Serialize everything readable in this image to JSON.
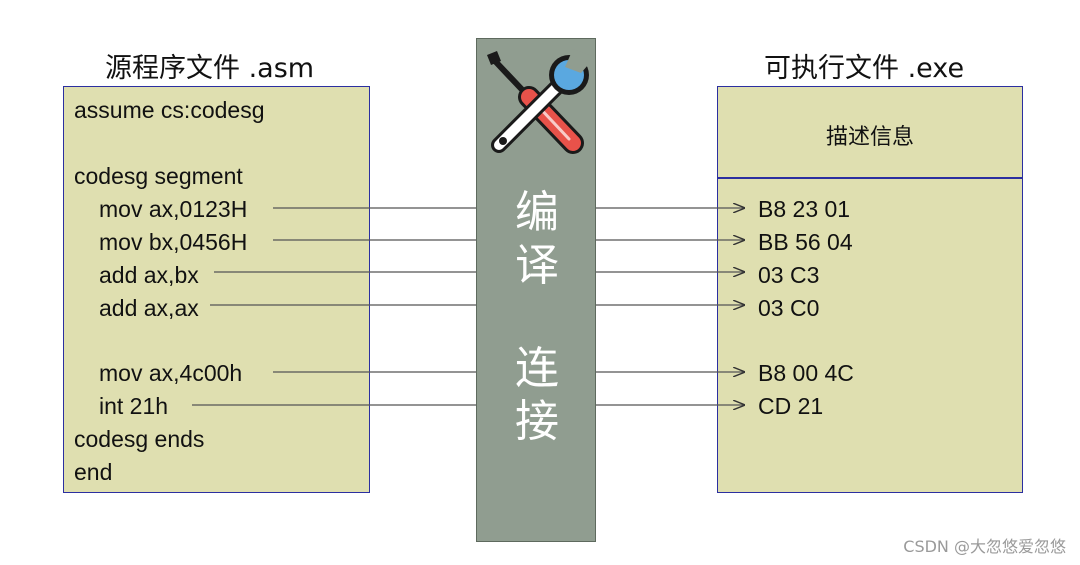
{
  "source": {
    "title": "源程序文件 .asm",
    "lines": [
      "assume cs:codesg",
      "codesg segment",
      "mov ax,0123H",
      "mov bx,0456H",
      "add ax,bx",
      "add ax,ax",
      "mov ax,4c00h",
      "int 21h",
      "codesg ends",
      "end"
    ]
  },
  "process": {
    "compile_chars": [
      "编",
      "译"
    ],
    "link_chars": [
      "连",
      "接"
    ],
    "icon": "tools-icon"
  },
  "executable": {
    "title": "可执行文件 .exe",
    "header_label": "描述信息",
    "machine_code": [
      "B8 23 01",
      "BB 56 04",
      "03 C3",
      "03 C0",
      "B8 00 4C",
      "CD 21"
    ]
  },
  "watermark": "CSDN @大忽悠爱忽悠",
  "colors": {
    "box_fill": "#dfdfb0",
    "box_border": "#2b2fa0",
    "mid_fill": "#909d90"
  }
}
